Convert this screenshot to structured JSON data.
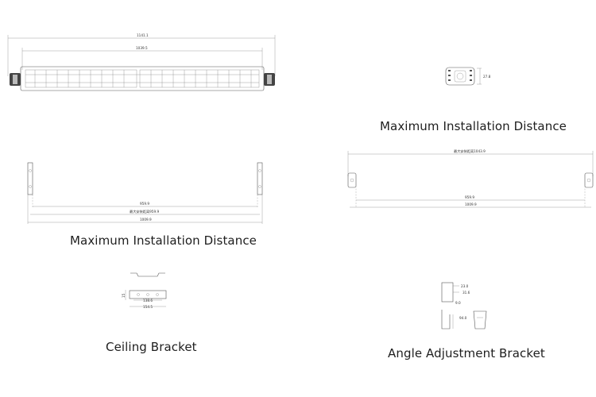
{
  "captions": {
    "top_right": "Maximum Installation Distance",
    "middle_left": "Maximum Installation Distance",
    "bottom_left": "Ceiling Bracket",
    "bottom_right": "Angle Adjustment Bracket"
  },
  "dims": {
    "light_bar_overall": "1141.1",
    "light_bar_body": "1039.5",
    "end_cap_depth": "27.8",
    "ceiling_inner": "959.9",
    "ceiling_max": "最大安装距离959.9",
    "ceiling_outer": "1009.9",
    "wall_max": "最大安装距离1043.9",
    "wall_inner": "959.9",
    "wall_outer": "1009.9",
    "bracket_height": "15",
    "bracket_inner": "138.6",
    "bracket_outer": "154.5",
    "angle_top": "23.0",
    "angle_mid": "31.6",
    "angle_r": "9.0",
    "angle_side": "94.0"
  }
}
